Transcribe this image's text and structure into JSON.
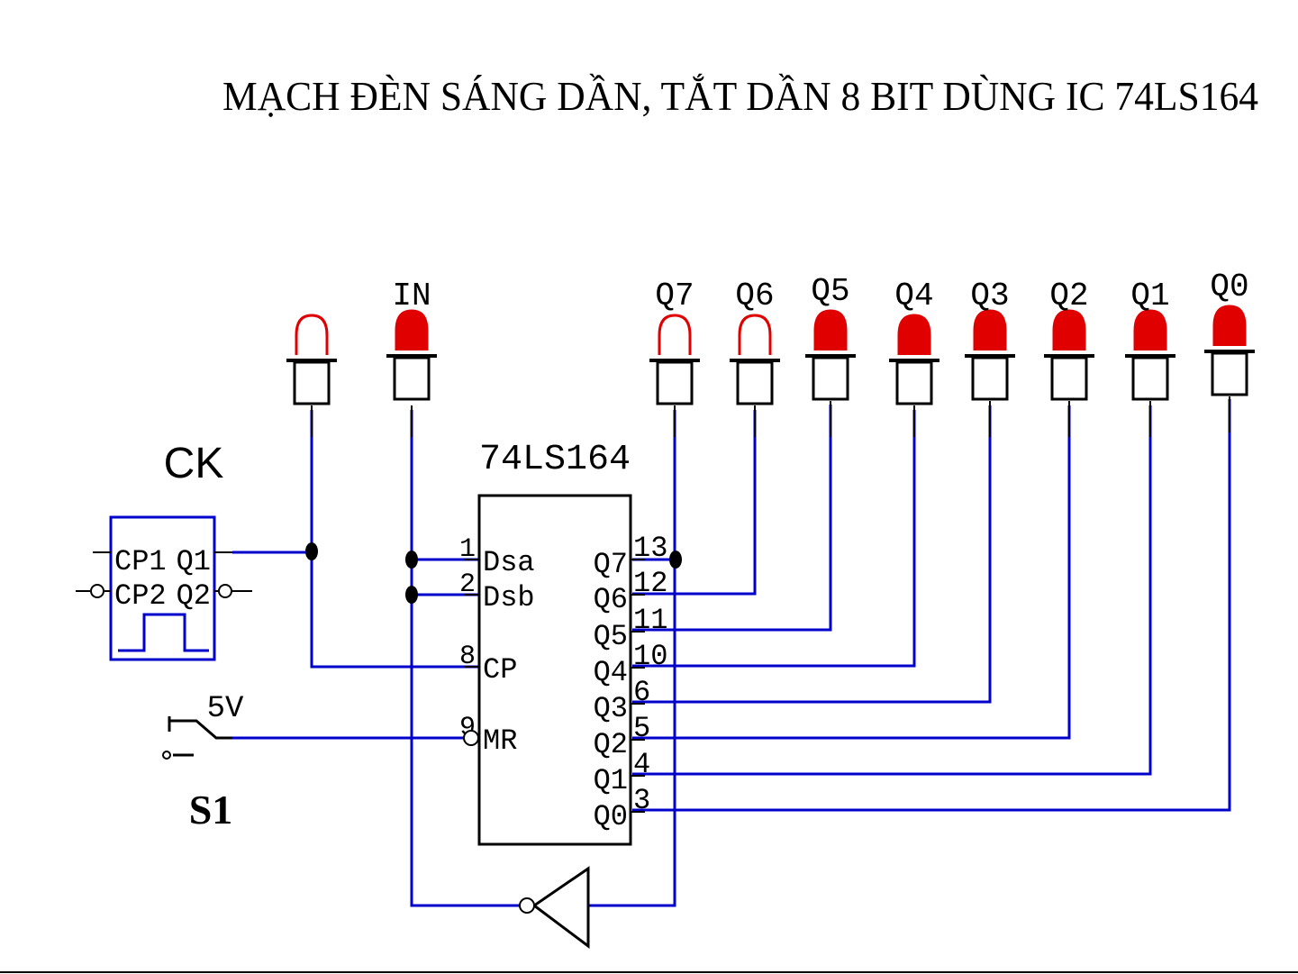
{
  "title": "MẠCH ĐÈN SÁNG DẦN, TẮT DẦN 8 BIT DÙNG IC 74LS164",
  "colors": {
    "wire": "#0000cc",
    "led_on": "#e00000",
    "led_off": "#e00000",
    "outline": "#000000",
    "clock_box": "#0000cc"
  },
  "ic": {
    "name": "74LS164",
    "left_pins": [
      {
        "num": "1",
        "label": "Dsa"
      },
      {
        "num": "2",
        "label": "Dsb"
      },
      {
        "num": "8",
        "label": "CP"
      },
      {
        "num": "9",
        "label": "MR"
      }
    ],
    "right_pins": [
      {
        "num": "13",
        "label": "Q7"
      },
      {
        "num": "12",
        "label": "Q6"
      },
      {
        "num": "11",
        "label": "Q5"
      },
      {
        "num": "10",
        "label": "Q4"
      },
      {
        "num": "6",
        "label": "Q3"
      },
      {
        "num": "5",
        "label": "Q2"
      },
      {
        "num": "4",
        "label": "Q1"
      },
      {
        "num": "3",
        "label": "Q0"
      }
    ]
  },
  "leds": [
    {
      "label": "",
      "on": false
    },
    {
      "label": "IN",
      "on": true
    },
    {
      "label": "Q7",
      "on": false
    },
    {
      "label": "Q6",
      "on": false
    },
    {
      "label": "Q5",
      "on": true
    },
    {
      "label": "Q4",
      "on": true
    },
    {
      "label": "Q3",
      "on": true
    },
    {
      "label": "Q2",
      "on": true
    },
    {
      "label": "Q1",
      "on": true
    },
    {
      "label": "Q0",
      "on": true
    }
  ],
  "clock": {
    "label": "CK",
    "pins": {
      "cp1": "CP1",
      "q1": "Q1",
      "cp2": "CP2",
      "q2": "Q2"
    }
  },
  "switch": {
    "name": "S1",
    "voltage": "5V"
  }
}
